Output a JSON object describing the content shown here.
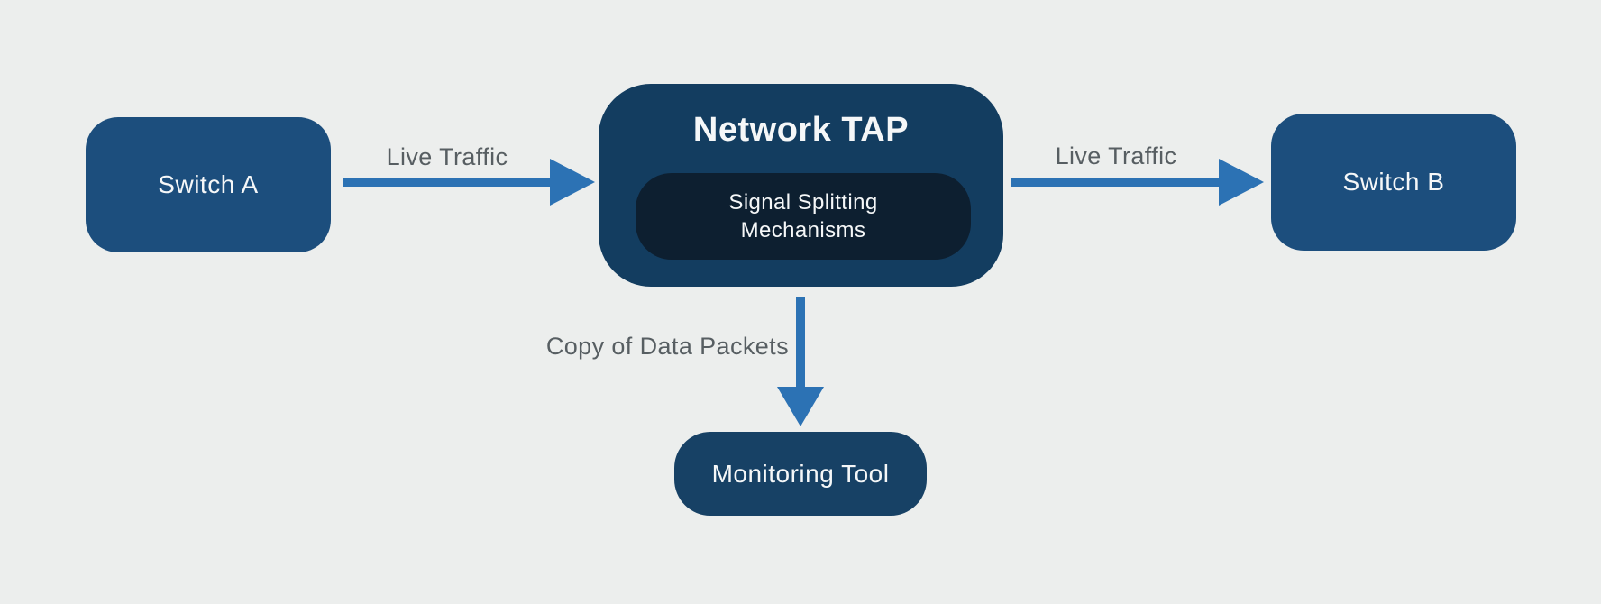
{
  "colors": {
    "bg": "#eceeed",
    "switch_fill": "#1c4e7d",
    "tap_fill": "#133d60",
    "inner_fill": "#0d1f30",
    "monitor_fill": "#174165",
    "arrow_blue": "#2c72b4",
    "label_gray": "#575e62",
    "text_white": "#f5f7f8"
  },
  "nodes": {
    "switch_a": {
      "label": "Switch A"
    },
    "network_tap": {
      "title": "Network TAP",
      "inner_lines": [
        "Signal Splitting",
        "Mechanisms"
      ]
    },
    "switch_b": {
      "label": "Switch B"
    },
    "monitoring_tool": {
      "label": "Monitoring Tool"
    }
  },
  "edges": {
    "a_to_tap": {
      "label": "Live Traffic"
    },
    "tap_to_b": {
      "label": "Live Traffic"
    },
    "tap_to_monitor": {
      "label": "Copy of Data Packets"
    }
  }
}
